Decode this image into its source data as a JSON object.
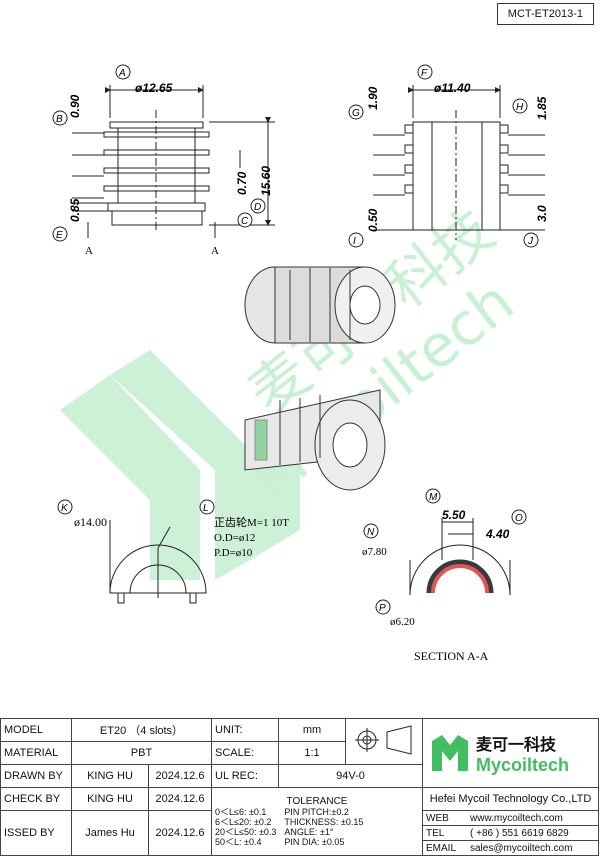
{
  "drawing_no": "MCT-ET2013-1",
  "watermark": {
    "text_cn": "麦可一科技",
    "text_en": "Mycoiltech"
  },
  "balloons": [
    "A",
    "B",
    "C",
    "D",
    "E",
    "F",
    "G",
    "H",
    "I",
    "J",
    "K",
    "L",
    "M",
    "N",
    "O",
    "P"
  ],
  "dims": {
    "a": "ø12.65",
    "b": "0.90",
    "c": "0.70",
    "d": "15.60",
    "e": "0.85",
    "f": "ø11.40",
    "g": "1.90",
    "h": "1.85",
    "i": "0.50",
    "j": "3.0",
    "k": "ø14.00",
    "m": "5.50",
    "n": "ø7.80",
    "o": "4.40",
    "p": "ø6.20"
  },
  "section_mark": "A",
  "gear_note": [
    "正齿轮M=1 10T",
    "O.D=ø12",
    "P.D=ø10"
  ],
  "section_title": "SECTION  A-A",
  "title_block": {
    "model_label": "MODEL",
    "model": "ET20 （4 slots）",
    "material_label": "MATERIAL",
    "material": "PBT",
    "drawn_label": "DRAWN BY",
    "drawn_by": "KING HU",
    "drawn_date": "2024.12.6",
    "check_label": "CHECK BY",
    "check_by": "KING HU",
    "check_date": "2024.12.6",
    "issued_label": "ISSED BY",
    "issued_by": "James Hu",
    "issued_date": "2024.12.6",
    "unit_label": "UNIT:",
    "unit": "mm",
    "scale_label": "SCALE:",
    "scale": "1:1",
    "ul_label": "UL REC:",
    "ul": "94V-0",
    "tolerance_label": "TOLERANCE",
    "tol1": "0＜L≤6: ±0.1",
    "tol2": "6＜L≤20: ±0.2",
    "tol3": "20＜L≤50: ±0.3",
    "tol4": "50＜L: ±0.4",
    "pin_pitch": "PIN PITCH:±0.2",
    "thickness": "THICKNESS: ±0.15",
    "angle": "ANGLE: ±1°",
    "pin_dia": "PIN DIA: ±0.05",
    "logo_cn": "麦可一科技",
    "logo_en": "Mycoiltech",
    "company": "Hefei Mycoil Technology Co.,LTD",
    "web_label": "WEB",
    "web": "www.mycoiltech.com",
    "tel_label": "TEL",
    "tel": "( +86 ) 551 6619 6829",
    "email_label": "EMAIL",
    "email": "sales@mycoiltech.com"
  },
  "colors": {
    "brand_green": "#3fbf5f",
    "watermark": "#b9ecc6",
    "line": "#222222"
  }
}
